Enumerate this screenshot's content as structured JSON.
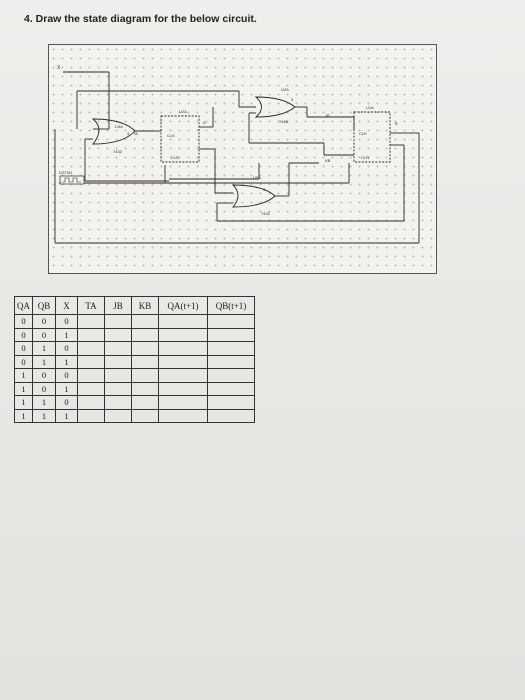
{
  "question": {
    "text": "4. Draw the state diagram for the below circuit."
  },
  "circuit": {
    "labels": {
      "x": "X",
      "clock": "DSTM1",
      "gate_or_top": "U2A",
      "gate_or_top_pins": "3",
      "gate_or_top_ic": "7432",
      "gate_or_left": "U3A",
      "gate_or_left_pin": "3",
      "gate_or_left_sig": "TA",
      "gate_or_left_ic": "7432",
      "gate_and_bottom": "U5A",
      "gate_and_bottom_pin": "3",
      "gate_and_bottom_ic": "7432",
      "ta_ic": "7486",
      "ff_a": "U2A",
      "ff_b": "U1A",
      "jb": "JB",
      "kb": "KB",
      "a_sig": "A",
      "b_sig": "B",
      "clk": "CLK",
      "clr": "CLR"
    }
  },
  "table": {
    "headers": [
      "QA",
      "QB",
      "X",
      "TA",
      "JB",
      "KB",
      "QA(t+1)",
      "QB(t+1)"
    ],
    "rows": [
      [
        "0",
        "0",
        "0"
      ],
      [
        "0",
        "0",
        "1"
      ],
      [
        "0",
        "1",
        "0"
      ],
      [
        "0",
        "1",
        "1"
      ],
      [
        "1",
        "0",
        "0"
      ],
      [
        "1",
        "0",
        "1"
      ],
      [
        "1",
        "1",
        "0"
      ],
      [
        "1",
        "1",
        "1"
      ]
    ]
  }
}
